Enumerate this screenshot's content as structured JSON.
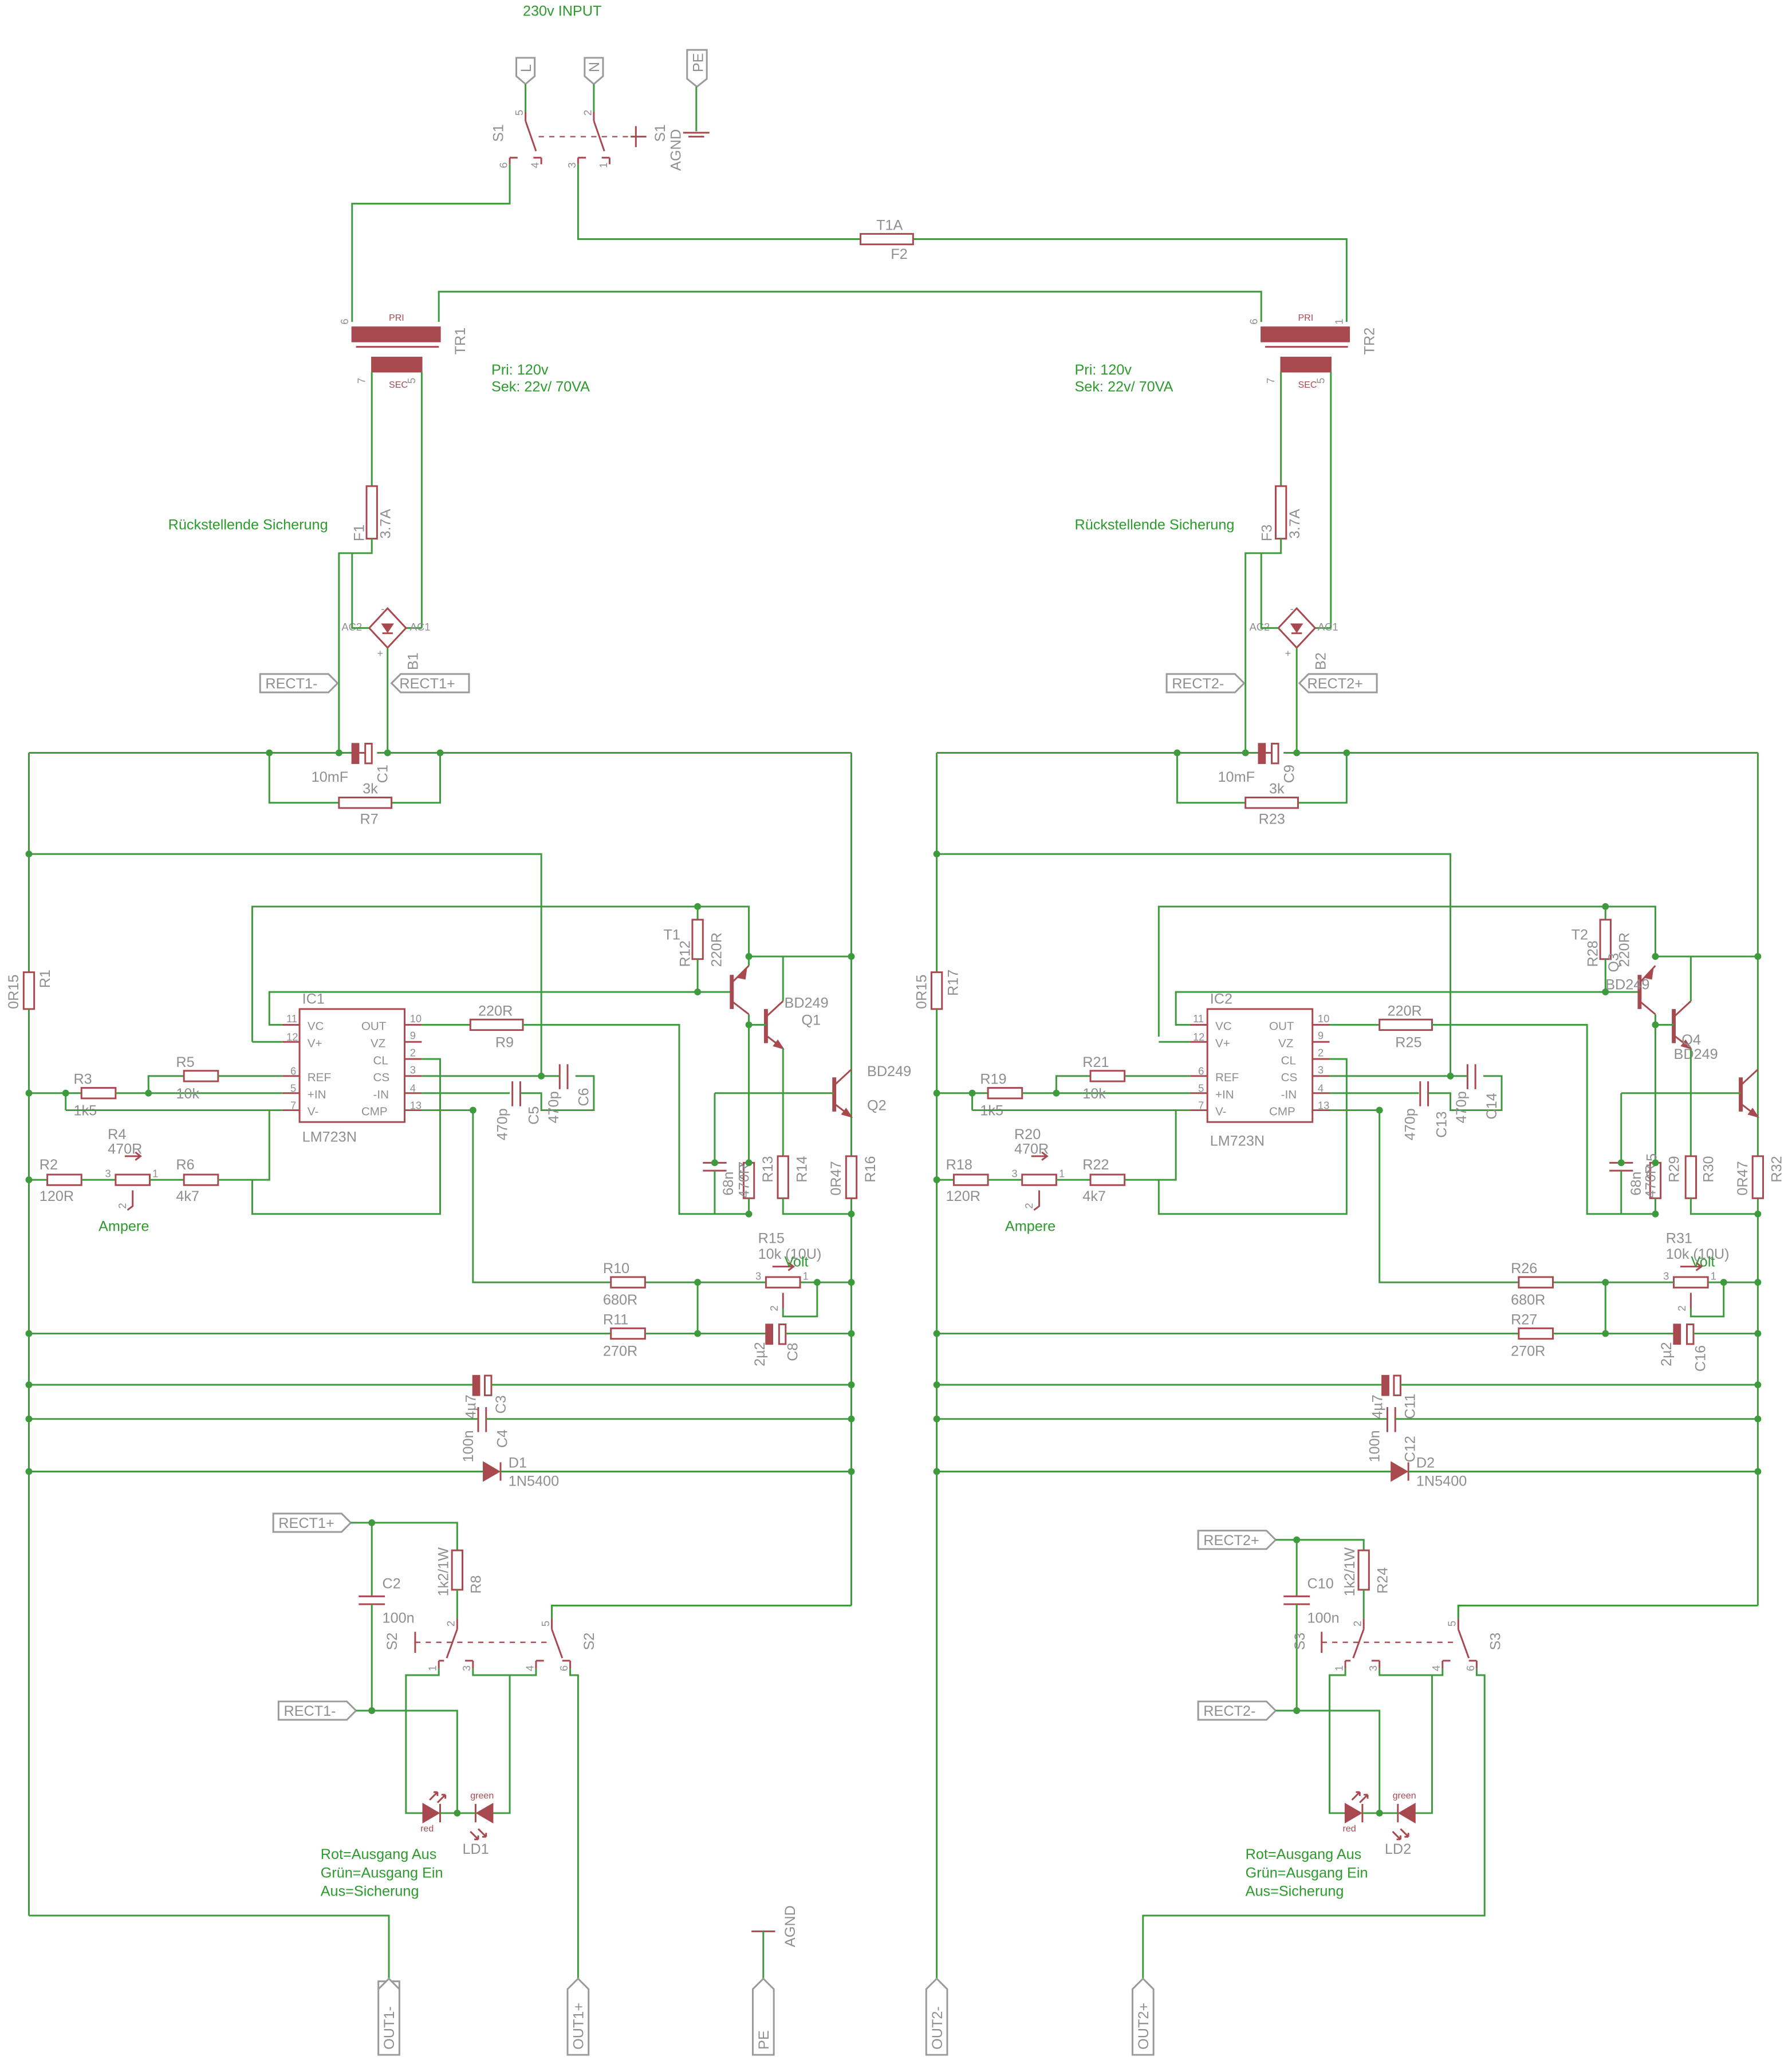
{
  "title": "230v INPUT",
  "labels": {
    "pri1": "Pri: 120v",
    "sek1": "Sek: 22v/ 70VA",
    "pri2": "Pri: 120v",
    "sek2": "Sek: 22v/ 70VA",
    "fuse_note_1": "Rückstellende Sicherung",
    "fuse_note_2": "Rückstellende Sicherung",
    "ampere_1": "Ampere",
    "ampere_2": "Ampere",
    "volt_1": "Volt",
    "volt_2": "Volt",
    "led_note_1": [
      "Rot=Ausgang Aus",
      "Grün=Ausgang Ein",
      "Aus=Sicherung"
    ],
    "led_note_2": [
      "Rot=Ausgang Aus",
      "Grün=Ausgang Ein",
      "Aus=Sicherung"
    ]
  },
  "ports": {
    "L": "L",
    "N": "N",
    "PE_top": "PE",
    "PE_bottom": "PE",
    "rect1m": "RECT1-",
    "rect1p": "RECT1+",
    "rect2m": "RECT2-",
    "rect2p": "RECT2+",
    "rect1p_b": "RECT1+",
    "rect1m_b": "RECT1-",
    "rect2p_b": "RECT2+",
    "rect2m_b": "RECT2-",
    "out1m": "OUT1-",
    "out1p": "OUT1+",
    "out2m": "OUT2-",
    "out2p": "OUT2+"
  },
  "power": {
    "agnd1": "AGND",
    "agnd2": "AGND"
  },
  "parts": {
    "S1a": {
      "name": "S1",
      "pins": [
        "5",
        "6",
        "4"
      ]
    },
    "S1b": {
      "name": "S1",
      "pins": [
        "2",
        "3",
        "1"
      ]
    },
    "F2": {
      "name": "F2",
      "value": "T1A"
    },
    "TR1": {
      "name": "TR1",
      "pri": "PRI",
      "sec": "SEC",
      "pins": [
        "6",
        "7",
        "5"
      ]
    },
    "TR2": {
      "name": "TR2",
      "pri": "PRI",
      "sec": "SEC",
      "pins": [
        "6",
        "1",
        "7",
        "5"
      ]
    },
    "F1": {
      "name": "F1",
      "value": "3.7A"
    },
    "F3": {
      "name": "F3",
      "value": "3.7A"
    },
    "B1": {
      "name": "B1",
      "ac1": "AC1",
      "ac2": "AC2",
      "plus": "+",
      "minus": "-"
    },
    "B2": {
      "name": "B2",
      "ac1": "AC1",
      "ac2": "AC2",
      "plus": "+",
      "minus": "-"
    },
    "C1": {
      "name": "C1",
      "value": "10mF"
    },
    "C9": {
      "name": "C9",
      "value": "10mF"
    },
    "R7": {
      "name": "R7",
      "value": "3k"
    },
    "R23": {
      "name": "R23",
      "value": "3k"
    },
    "R1": {
      "name": "R1",
      "value": "0R15"
    },
    "R17": {
      "name": "R17",
      "value": "0R15"
    },
    "IC1": {
      "name": "IC1",
      "value": "LM723N"
    },
    "IC2": {
      "name": "IC2",
      "value": "LM723N"
    },
    "ic_pins_left": [
      "VC",
      "V+",
      "REF",
      "+IN",
      "V-"
    ],
    "ic_pins_right": [
      "OUT",
      "VZ",
      "CL",
      "CS",
      "-IN",
      "CMP"
    ],
    "ic_nums_left": [
      "11",
      "12",
      "6",
      "5",
      "7"
    ],
    "ic_nums_right": [
      "10",
      "9",
      "2",
      "3",
      "4",
      "13"
    ],
    "R3": {
      "name": "R3",
      "value": "1k5"
    },
    "R5": {
      "name": "R5",
      "value": "10k"
    },
    "R4": {
      "name": "R4",
      "value": "470R",
      "pins": [
        "3",
        "1",
        "2"
      ]
    },
    "R2": {
      "name": "R2",
      "value": "120R"
    },
    "R6": {
      "name": "R6",
      "value": "4k7"
    },
    "R9": {
      "name": "R9",
      "value": "220R"
    },
    "C5": {
      "name": "C5",
      "value": "470p"
    },
    "C6": {
      "name": "C6",
      "value": "470p"
    },
    "T1": {
      "name": "T1"
    },
    "R12": {
      "name": "R12",
      "value": "220R"
    },
    "Q1": {
      "name": "Q1",
      "value": "BD249"
    },
    "Q2": {
      "name": "Q2",
      "value": "BD249"
    },
    "C7": {
      "name": "C7",
      "value": "68n"
    },
    "R13": {
      "name": "R13",
      "value": "470R"
    },
    "R14": {
      "name": "R14"
    },
    "R16": {
      "name": "R16",
      "value": "0R47"
    },
    "R15": {
      "name": "R15",
      "value": "10k (10U)",
      "pins": [
        "3",
        "1",
        "2"
      ]
    },
    "R10": {
      "name": "R10",
      "value": "680R"
    },
    "R11": {
      "name": "R11",
      "value": "270R"
    },
    "C8": {
      "name": "C8",
      "value": "2µ2"
    },
    "C3": {
      "name": "C3",
      "value": "4µ7"
    },
    "C4": {
      "name": "C4",
      "value": "100n"
    },
    "D1": {
      "name": "D1",
      "value": "1N5400"
    },
    "C2": {
      "name": "C2",
      "value": "100n"
    },
    "R8": {
      "name": "R8",
      "value": "1k2/1W"
    },
    "S2a": {
      "name": "S2",
      "pins": [
        "2",
        "1",
        "3"
      ]
    },
    "S2b": {
      "name": "S2",
      "pins": [
        "5",
        "4",
        "6"
      ]
    },
    "LD1": {
      "name": "LD1",
      "red": "red",
      "green": "green"
    },
    "R19": {
      "name": "R19",
      "value": "1k5"
    },
    "R21": {
      "name": "R21",
      "value": "10k"
    },
    "R20": {
      "name": "R20",
      "value": "470R",
      "pins": [
        "3",
        "1",
        "2"
      ]
    },
    "R18": {
      "name": "R18",
      "value": "120R"
    },
    "R22": {
      "name": "R22",
      "value": "4k7"
    },
    "R25": {
      "name": "R25",
      "value": "220R"
    },
    "C13": {
      "name": "C13",
      "value": "470p"
    },
    "C14": {
      "name": "C14",
      "value": "470p"
    },
    "T2": {
      "name": "T2"
    },
    "R28": {
      "name": "R28",
      "value": "220R"
    },
    "Q3": {
      "name": "Q3",
      "value": "BD249"
    },
    "Q4": {
      "name": "Q4",
      "value": "BD249"
    },
    "C15": {
      "name": "C15",
      "value": "68n"
    },
    "R29": {
      "name": "R29",
      "value": "470R"
    },
    "R30": {
      "name": "R30"
    },
    "R32": {
      "name": "R32",
      "value": "0R47"
    },
    "R31": {
      "name": "R31",
      "value": "10k (10U)",
      "pins": [
        "3",
        "1",
        "2"
      ]
    },
    "R26": {
      "name": "R26",
      "value": "680R"
    },
    "R27": {
      "name": "R27",
      "value": "270R"
    },
    "C16": {
      "name": "C16",
      "value": "2µ2"
    },
    "C11": {
      "name": "C11",
      "value": "4µ7"
    },
    "C12": {
      "name": "C12",
      "value": "100n"
    },
    "D2": {
      "name": "D2",
      "value": "1N5400"
    },
    "C10": {
      "name": "C10",
      "value": "100n"
    },
    "R24": {
      "name": "R24",
      "value": "1k2/1W"
    },
    "S3a": {
      "name": "S3",
      "pins": [
        "2",
        "1",
        "3"
      ]
    },
    "S3b": {
      "name": "S3",
      "pins": [
        "5",
        "4",
        "6"
      ]
    },
    "LD2": {
      "name": "LD2",
      "red": "red",
      "green": "green"
    }
  }
}
